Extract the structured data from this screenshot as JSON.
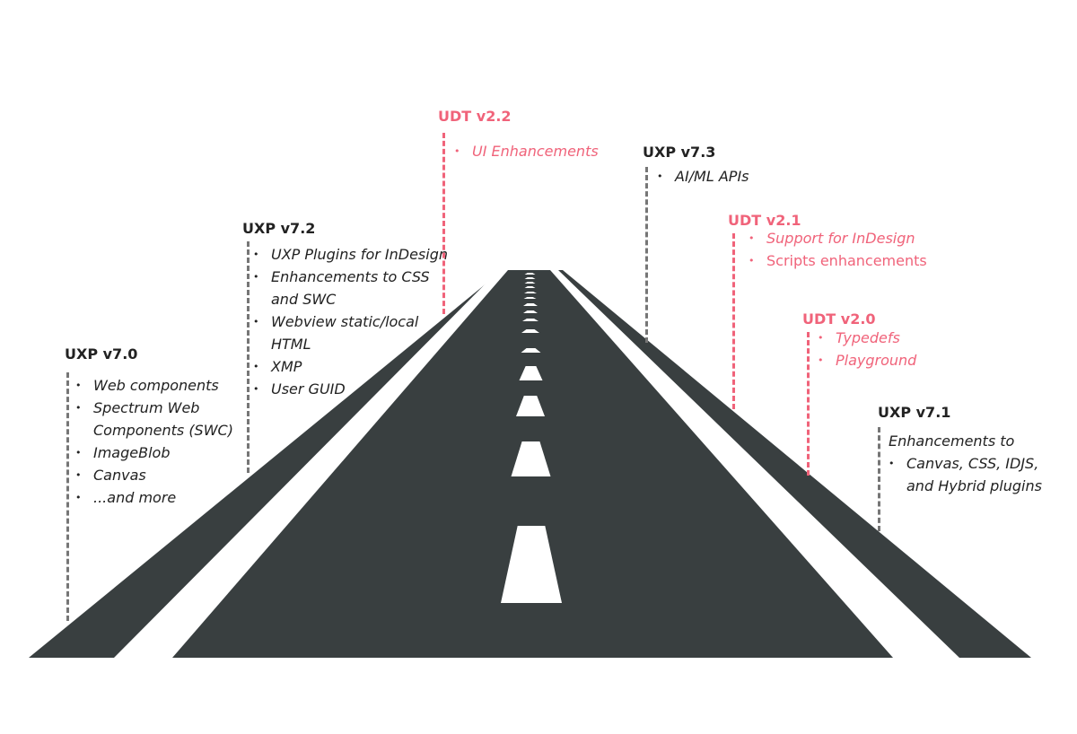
{
  "colors": {
    "road": "#393f40",
    "road_marking": "#ffffff",
    "uxp": "#222222",
    "udt": "#f0637a",
    "uxp_dash": "#767676"
  },
  "milestones": {
    "uxp70": {
      "title": "UXP v7.0",
      "items": [
        "Web components",
        "Spectrum Web",
        "Components (SWC)",
        "ImageBlob",
        "Canvas",
        "...and more"
      ]
    },
    "uxp72": {
      "title": "UXP v7.2",
      "items": [
        "UXP Plugins for InDesign",
        "Enhancements to CSS",
        "and SWC",
        "Webview static/local",
        "HTML",
        "XMP",
        "User GUID"
      ]
    },
    "udt22": {
      "title": "UDT v2.2",
      "items": [
        "UI Enhancements"
      ]
    },
    "uxp73": {
      "title": "UXP v7.3",
      "items": [
        "AI/ML APIs"
      ]
    },
    "udt21": {
      "title": "UDT v2.1",
      "items": [
        "Support for InDesign",
        "Scripts enhancements"
      ]
    },
    "udt20": {
      "title": "UDT v2.0",
      "items": [
        "Typedefs",
        "Playground"
      ]
    },
    "uxp71": {
      "title": "UXP v7.1",
      "items": [
        "Enhancements to",
        "Canvas, CSS, IDJS,",
        "and Hybrid plugins"
      ]
    }
  }
}
